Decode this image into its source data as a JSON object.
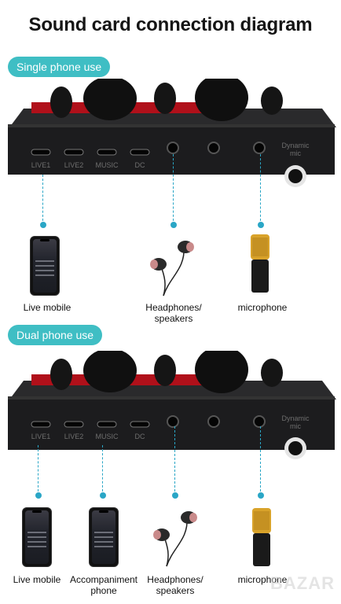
{
  "title": "Sound card connection diagram",
  "sections": [
    {
      "tag": "Single phone use",
      "ports": [
        "LIVE1",
        "LIVE2",
        "MUSIC",
        "DC"
      ],
      "jack_label": "Dynamic mic",
      "items": [
        "Live mobile",
        "Headphones/\nspeakers",
        "microphone"
      ]
    },
    {
      "tag": "Dual phone use",
      "ports": [
        "LIVE1",
        "LIVE2",
        "MUSIC",
        "DC"
      ],
      "jack_label": "Dynamic mic",
      "items": [
        "Live mobile",
        "Accompaniment\nphone",
        "Headphones/\nspeakers",
        "microphone"
      ]
    }
  ],
  "watermark": "BAZAR",
  "colors": {
    "accent": "#3fbec4",
    "connector": "#2aa6c6",
    "device_body": "#1c1c1e",
    "knob_red": "#c0171f"
  }
}
